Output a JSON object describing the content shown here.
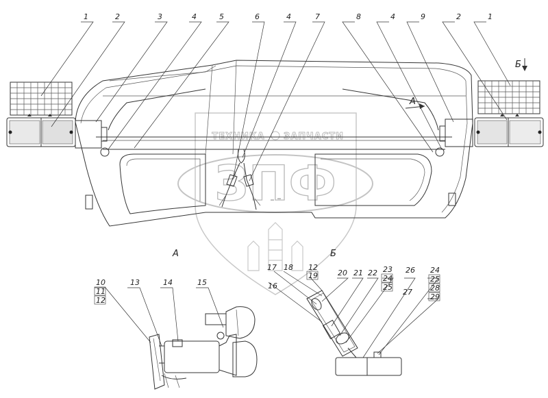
{
  "watermark": {
    "logo": "ЗПФ",
    "brand_left": "ТЕХНИКА",
    "brand_right": "ЗАПЧАСТИ"
  },
  "views": {
    "main_arrow": "Б",
    "main_flow": "А",
    "detail_a": "А",
    "detail_b": "Б"
  },
  "callouts_top": [
    "1",
    "2",
    "3",
    "4",
    "5",
    "6",
    "4",
    "7",
    "8",
    "4",
    "9",
    "2",
    "1"
  ],
  "callouts_detail_a": {
    "c10": "10",
    "c11": "11",
    "c12": "12",
    "c13": "13",
    "c14": "14",
    "c15": "15"
  },
  "callouts_detail_b": {
    "c16": "16",
    "c17": "17",
    "c18": "18",
    "c12b": "12",
    "c19": "19",
    "c20": "20",
    "c21": "21",
    "c22": "22",
    "c23": "23",
    "c24a": "24",
    "c25a": "25",
    "c26": "26",
    "c27": "27",
    "c24b": "24",
    "c25b": "25",
    "c28": "28",
    "c29": "29"
  }
}
